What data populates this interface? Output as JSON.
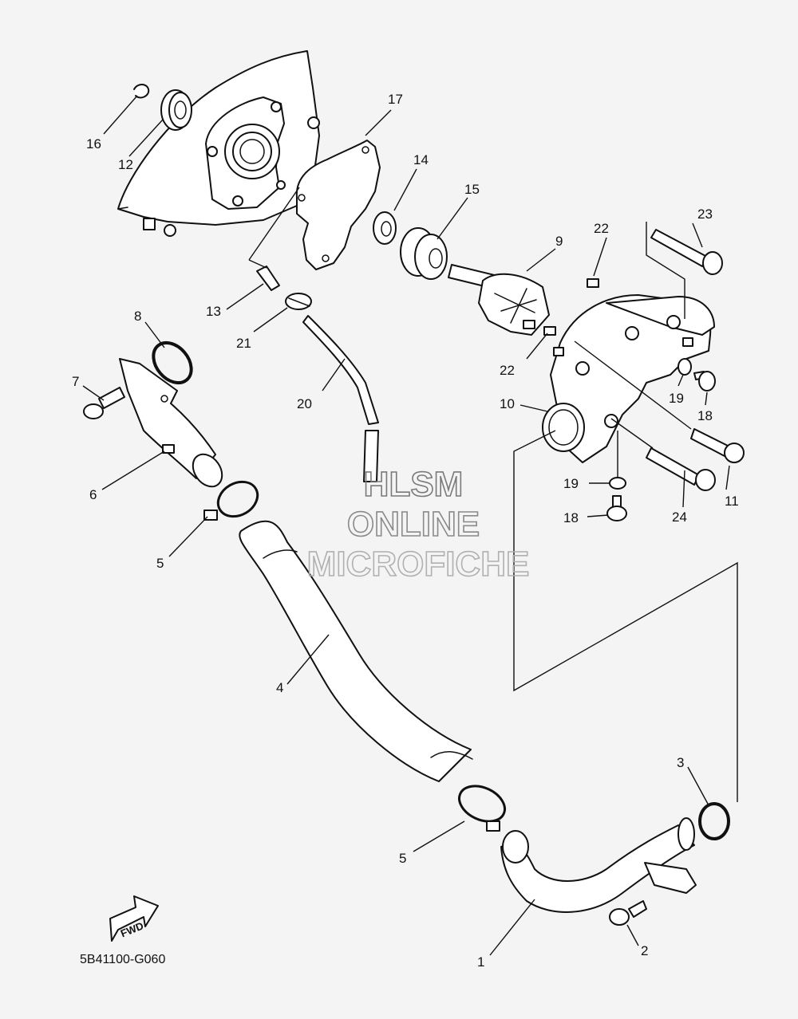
{
  "callouts": [
    {
      "id": "c1",
      "text": "1"
    },
    {
      "id": "c2",
      "text": "2"
    },
    {
      "id": "c3",
      "text": "3"
    },
    {
      "id": "c4",
      "text": "4"
    },
    {
      "id": "c5a",
      "text": "5"
    },
    {
      "id": "c5b",
      "text": "5"
    },
    {
      "id": "c6",
      "text": "6"
    },
    {
      "id": "c7",
      "text": "7"
    },
    {
      "id": "c8",
      "text": "8"
    },
    {
      "id": "c9",
      "text": "9"
    },
    {
      "id": "c10",
      "text": "10"
    },
    {
      "id": "c11",
      "text": "11"
    },
    {
      "id": "c12",
      "text": "12"
    },
    {
      "id": "c13",
      "text": "13"
    },
    {
      "id": "c14",
      "text": "14"
    },
    {
      "id": "c15",
      "text": "15"
    },
    {
      "id": "c16",
      "text": "16"
    },
    {
      "id": "c17",
      "text": "17"
    },
    {
      "id": "c18a",
      "text": "18"
    },
    {
      "id": "c18b",
      "text": "18"
    },
    {
      "id": "c19a",
      "text": "19"
    },
    {
      "id": "c19b",
      "text": "19"
    },
    {
      "id": "c20",
      "text": "20"
    },
    {
      "id": "c21",
      "text": "21"
    },
    {
      "id": "c22a",
      "text": "22"
    },
    {
      "id": "c22b",
      "text": "22"
    },
    {
      "id": "c23",
      "text": "23"
    },
    {
      "id": "c24",
      "text": "24"
    }
  ],
  "watermark": {
    "line1": "HLSM",
    "line2": "ONLINE",
    "line3": "MICROFICHE"
  },
  "fwd_label": "FWD",
  "diagram_code": "5B41100-G060",
  "colors": {
    "line": "#111111",
    "background": "#f4f4f4",
    "part_fill": "#ffffff",
    "watermark": "#8a8a8a"
  }
}
